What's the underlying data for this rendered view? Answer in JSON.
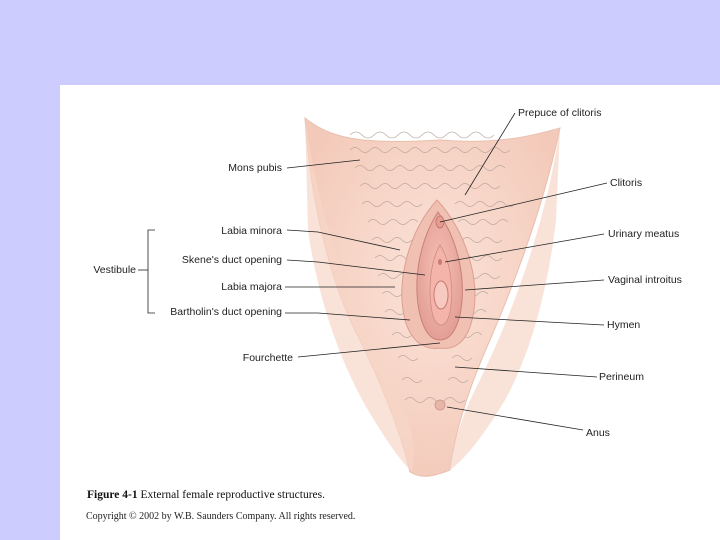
{
  "labels_left": {
    "mons_pubis": "Mons pubis",
    "labia_minora": "Labia minora",
    "skenes_duct": "Skene's duct opening",
    "labia_majora": "Labia majora",
    "bartholins_duct": "Bartholin's duct opening",
    "fourchette": "Fourchette",
    "vestibule": "Vestibule"
  },
  "labels_right": {
    "prepuce": "Prepuce of clitoris",
    "clitoris": "Clitoris",
    "urinary_meatus": "Urinary meatus",
    "vaginal_introitus": "Vaginal introitus",
    "hymen": "Hymen",
    "perineum": "Perineum",
    "anus": "Anus"
  },
  "caption": {
    "figure_number": "Figure 4-1",
    "text": "External female reproductive structures."
  },
  "copyright": "Copyright © 2002 by W.B. Saunders Company. All rights reserved.",
  "colors": {
    "background": "#ccccff",
    "panel": "#ffffff",
    "skin": "#f8d8cc",
    "tissue": "#eaa49a"
  }
}
